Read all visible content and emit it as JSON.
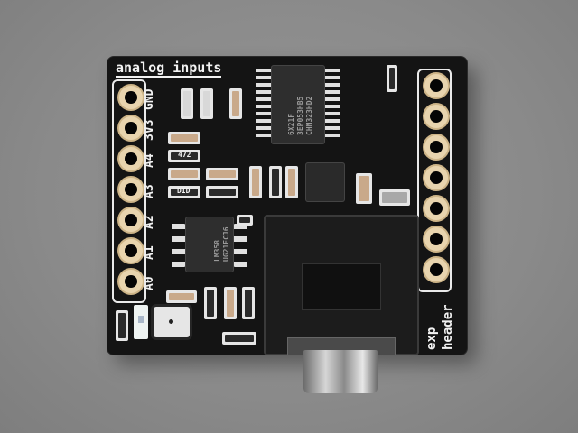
{
  "scene": {
    "description": "Black Adafruit-style breakout PCB on a grey textured background, with headers, ICs, a microphone, and a 3.5mm audio jack",
    "background_color": "#8c8c8c",
    "board_color": "#141414",
    "silkscreen_color": "#f2f2f2",
    "pad_color": "#e8d4ae"
  },
  "silkscreen": {
    "left_header_title": "analog inputs",
    "left_header_pins": [
      "GND",
      "3V3",
      "A4",
      "A3",
      "A2",
      "A1",
      "A0"
    ],
    "right_header_title_line1": "exp",
    "right_header_title_line2": "header"
  },
  "components": {
    "main_ic": {
      "marking_line1": "6X21F",
      "marking_line2": "3EP053HB5",
      "marking_line3": "CHN323HD2",
      "package": "TSSOP-20"
    },
    "opamp_ic": {
      "marking_line1": "LM358",
      "marking_line2": "UG21ECJ6",
      "package": "SOIC-8"
    },
    "qfn_ic": {
      "package": "QFN"
    },
    "resistor_label": "472",
    "diode_label": "DID"
  },
  "header_counts": {
    "left_pins": 7,
    "right_pins": 7
  }
}
